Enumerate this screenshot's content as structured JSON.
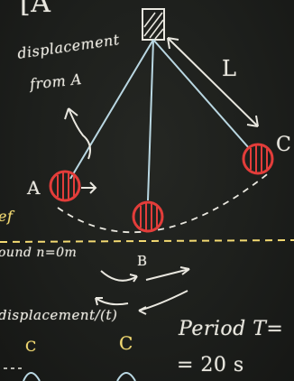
{
  "board": {
    "top_label": "[A",
    "displacement_line1": "displacement",
    "displacement_line2": "from A",
    "length_label": "L",
    "point_a": "A",
    "point_b": "B",
    "point_c": "C",
    "left_fragment_1": "ef",
    "left_fragment_2": "ound n=0m",
    "displacement_axis": "displacement/(t)",
    "period_label": "Period T=",
    "period_value": "= 20 s",
    "bottom_c1": "C",
    "bottom_c2": "C"
  },
  "colors": {
    "chalkboard": "#1d1f1c",
    "chalk_white": "#e9e7df",
    "chalk_blue": "#b9d7e2",
    "chalk_red": "#e33d3a",
    "chalk_yellow": "#f3da72"
  }
}
